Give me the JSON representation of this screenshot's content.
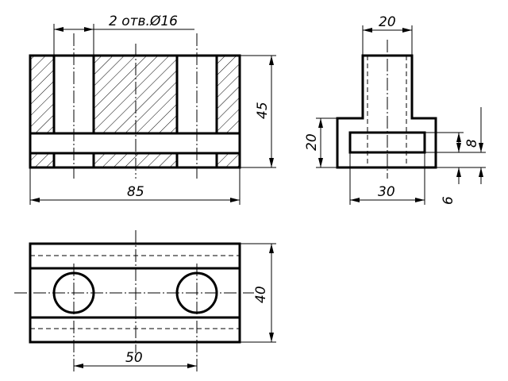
{
  "drawing": {
    "front_view": {
      "holes_note": "2 отв.Ø16",
      "width_dim": "85",
      "height_dim": "45"
    },
    "side_view": {
      "top_width_dim": "20",
      "height_dim": "20",
      "slot_height_dim": "8",
      "slot_bottom_dim": "6",
      "slot_width_dim": "30"
    },
    "top_view": {
      "height_dim": "40",
      "hole_spacing_dim": "50"
    }
  }
}
